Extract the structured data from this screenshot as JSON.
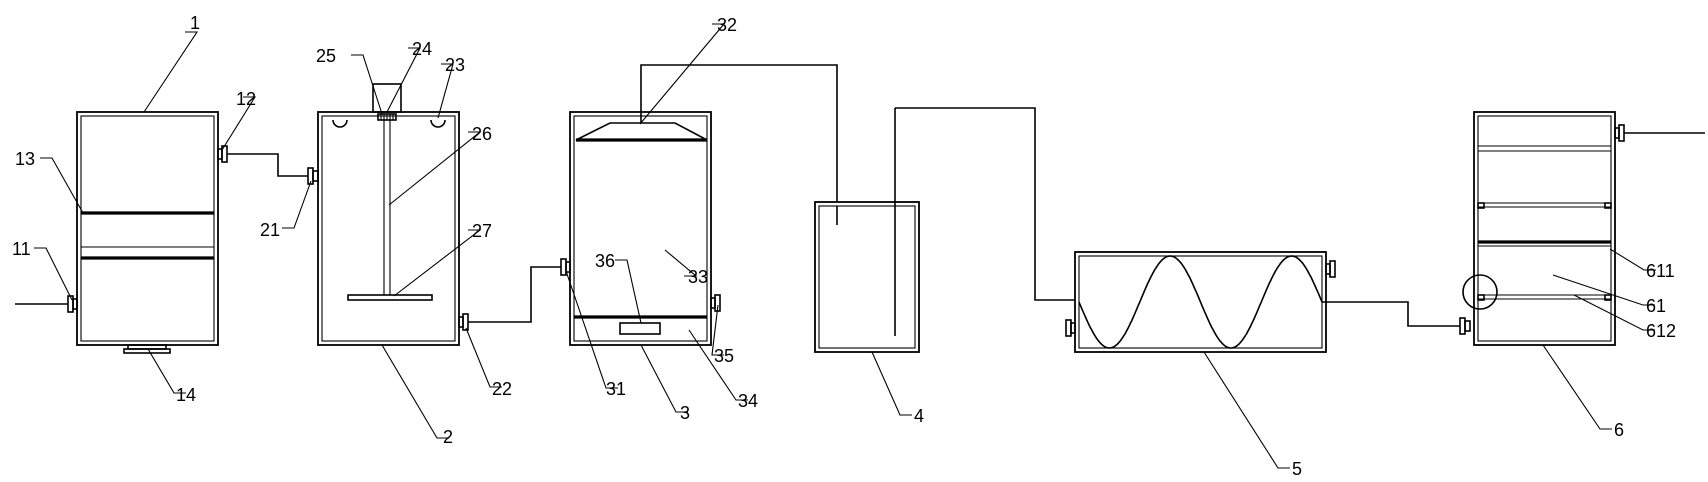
{
  "labels": {
    "l1": "1",
    "l11": "11",
    "l12": "12",
    "l13": "13",
    "l14": "14",
    "l2": "2",
    "l21": "21",
    "l22": "22",
    "l23": "23",
    "l24": "24",
    "l25": "25",
    "l26": "26",
    "l27": "27",
    "l3": "3",
    "l31": "31",
    "l32": "32",
    "l33": "33",
    "l34": "34",
    "l35": "35",
    "l36": "36",
    "l4": "4",
    "l5": "5",
    "l6": "6",
    "l61": "61",
    "l611": "611",
    "l612": "612"
  }
}
